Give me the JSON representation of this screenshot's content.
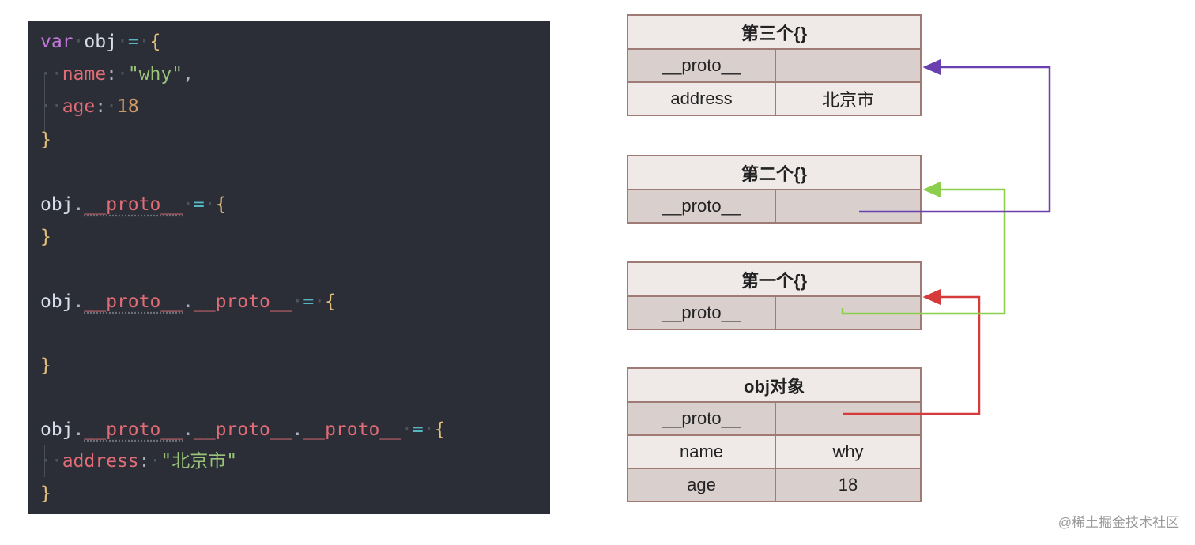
{
  "code": {
    "lines": [
      {
        "tokens": [
          {
            "c": "t-kw",
            "t": "var"
          },
          {
            "c": "t-ws",
            "t": "·"
          },
          {
            "c": "t-var",
            "t": "obj"
          },
          {
            "c": "t-ws",
            "t": "·"
          },
          {
            "c": "t-op",
            "t": "="
          },
          {
            "c": "t-ws",
            "t": "·"
          },
          {
            "c": "t-brace",
            "t": "{"
          }
        ]
      },
      {
        "tokens": [
          {
            "c": "t-ws",
            "t": "··"
          },
          {
            "c": "t-prop",
            "t": "name"
          },
          {
            "c": "t-punc",
            "t": ":"
          },
          {
            "c": "t-ws",
            "t": "·"
          },
          {
            "c": "t-str",
            "t": "\"why\""
          },
          {
            "c": "t-punc",
            "t": ","
          }
        ]
      },
      {
        "tokens": [
          {
            "c": "t-ws",
            "t": "··"
          },
          {
            "c": "t-prop",
            "t": "age"
          },
          {
            "c": "t-punc",
            "t": ":"
          },
          {
            "c": "t-ws",
            "t": "·"
          },
          {
            "c": "t-num",
            "t": "18"
          }
        ]
      },
      {
        "tokens": [
          {
            "c": "t-brace",
            "t": "}"
          }
        ]
      },
      {
        "tokens": []
      },
      {
        "tokens": [
          {
            "c": "t-var",
            "t": "obj"
          },
          {
            "c": "t-punc",
            "t": "."
          },
          {
            "c": "t-proto",
            "t": "__proto__"
          },
          {
            "c": "t-ws",
            "t": "·"
          },
          {
            "c": "t-op",
            "t": "="
          },
          {
            "c": "t-ws",
            "t": "·"
          },
          {
            "c": "t-brace",
            "t": "{"
          }
        ]
      },
      {
        "tokens": [
          {
            "c": "t-brace",
            "t": "}"
          }
        ]
      },
      {
        "tokens": []
      },
      {
        "tokens": [
          {
            "c": "t-var",
            "t": "obj"
          },
          {
            "c": "t-punc",
            "t": "."
          },
          {
            "c": "t-proto",
            "t": "__proto__"
          },
          {
            "c": "t-punc",
            "t": "."
          },
          {
            "c": "t-prop",
            "t": "__proto__"
          },
          {
            "c": "t-ws",
            "t": "·"
          },
          {
            "c": "t-op",
            "t": "="
          },
          {
            "c": "t-ws",
            "t": "·"
          },
          {
            "c": "t-brace",
            "t": "{"
          }
        ]
      },
      {
        "tokens": []
      },
      {
        "tokens": [
          {
            "c": "t-brace",
            "t": "}"
          }
        ]
      },
      {
        "tokens": []
      },
      {
        "tokens": [
          {
            "c": "t-var",
            "t": "obj"
          },
          {
            "c": "t-punc",
            "t": "."
          },
          {
            "c": "t-proto",
            "t": "__proto__"
          },
          {
            "c": "t-punc",
            "t": "."
          },
          {
            "c": "t-prop",
            "t": "__proto__"
          },
          {
            "c": "t-punc",
            "t": "."
          },
          {
            "c": "t-prop",
            "t": "__proto__"
          },
          {
            "c": "t-ws",
            "t": "·"
          },
          {
            "c": "t-op",
            "t": "="
          },
          {
            "c": "t-ws",
            "t": "·"
          },
          {
            "c": "t-brace",
            "t": "{"
          }
        ]
      },
      {
        "tokens": [
          {
            "c": "t-ws",
            "t": "··"
          },
          {
            "c": "t-prop",
            "t": "address"
          },
          {
            "c": "t-punc",
            "t": ":"
          },
          {
            "c": "t-ws",
            "t": "·"
          },
          {
            "c": "t-str",
            "t": "\"北京市\""
          }
        ]
      },
      {
        "tokens": [
          {
            "c": "t-brace",
            "t": "}"
          }
        ]
      }
    ]
  },
  "diagram": {
    "third": {
      "title": "第三个{}",
      "rows": [
        [
          "__proto__",
          ""
        ],
        [
          "address",
          "北京市"
        ]
      ]
    },
    "second": {
      "title": "第二个{}",
      "rows": [
        [
          "__proto__",
          ""
        ]
      ]
    },
    "first": {
      "title": "第一个{}",
      "rows": [
        [
          "__proto__",
          ""
        ]
      ]
    },
    "obj": {
      "title": "obj对象",
      "rows": [
        [
          "__proto__",
          ""
        ],
        [
          "name",
          "why"
        ],
        [
          "age",
          "18"
        ]
      ]
    }
  },
  "colors": {
    "arrow_obj_to_first": "#d63a3a",
    "arrow_first_to_second": "#8ccf4d",
    "arrow_second_to_third": "#6a3fb0",
    "table_border": "#a07b75",
    "code_bg": "#2b2e37"
  },
  "watermark": "@稀土掘金技术社区"
}
